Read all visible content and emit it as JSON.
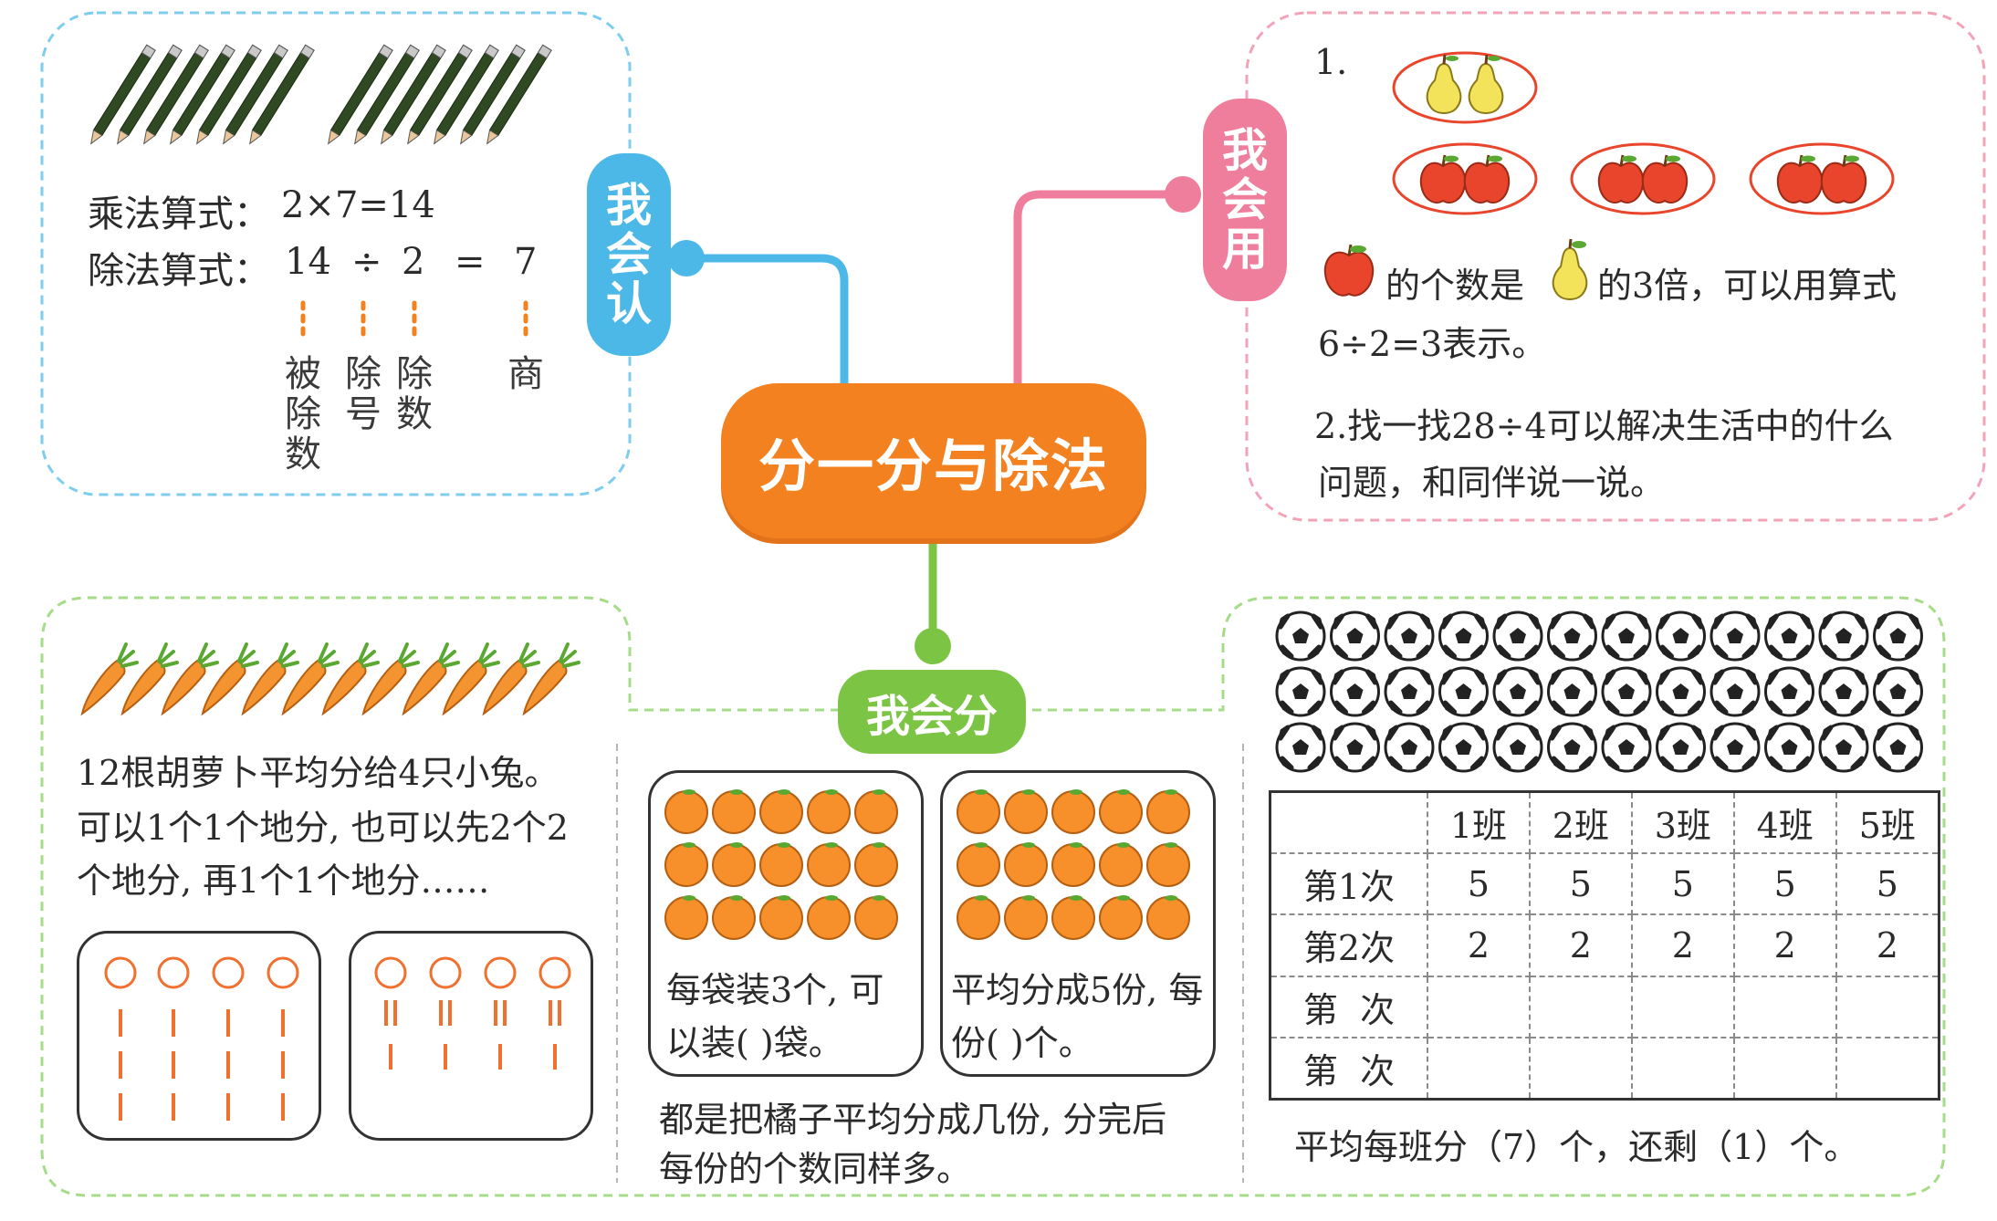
{
  "center": {
    "title": "分一分与除法"
  },
  "branches": {
    "recognize": "我会认",
    "use": "我会用",
    "divide": "我会分"
  },
  "recognize": {
    "mult_label": "乘法算式：",
    "mult_expr": "2×7=14",
    "div_label": "除法算式：",
    "div_parts": [
      "14",
      "÷",
      "2",
      "=",
      "7"
    ],
    "terms": [
      "被除数",
      "除号",
      "除数",
      "商"
    ]
  },
  "use": {
    "q1_num": "1.",
    "q1_text_a": "的个数是",
    "q1_text_b": "的3倍，可以用算式",
    "q1_text_c": "6÷2=3表示。",
    "q2_line1": "2.找一找28÷4可以解决生活中的什么",
    "q2_line2": "问题，和同伴说一说。"
  },
  "carrots": {
    "line1": "12根胡萝卜平均分给4只小兔。",
    "line2": "可以1个1个地分, 也可以先2个2",
    "line3": "个地分, 再1个1个地分……"
  },
  "oranges": {
    "box1_line1": "每袋装3个, 可",
    "box1_line2": "以装(   )袋。",
    "box2_line1": "平均分成5份, 每",
    "box2_line2": "份(   )个。",
    "summary1": "都是把橘子平均分成几份, 分完后",
    "summary2": "每份的个数同样多。"
  },
  "balls": {
    "header": [
      "",
      "1班",
      "2班",
      "3班",
      "4班",
      "5班"
    ],
    "rows": [
      [
        "第1次",
        "5",
        "5",
        "5",
        "5",
        "5"
      ],
      [
        "第2次",
        "2",
        "2",
        "2",
        "2",
        "2"
      ],
      [
        "第  次",
        "",
        "",
        "",
        "",
        ""
      ],
      [
        "第  次",
        "",
        "",
        "",
        "",
        ""
      ]
    ],
    "result": "平均每班分（7）个，还剩（1）个。"
  },
  "colors": {
    "orange": "#f4811f",
    "blue": "#4cb8e8",
    "pink": "#ef7e9c",
    "green": "#7cc444"
  }
}
